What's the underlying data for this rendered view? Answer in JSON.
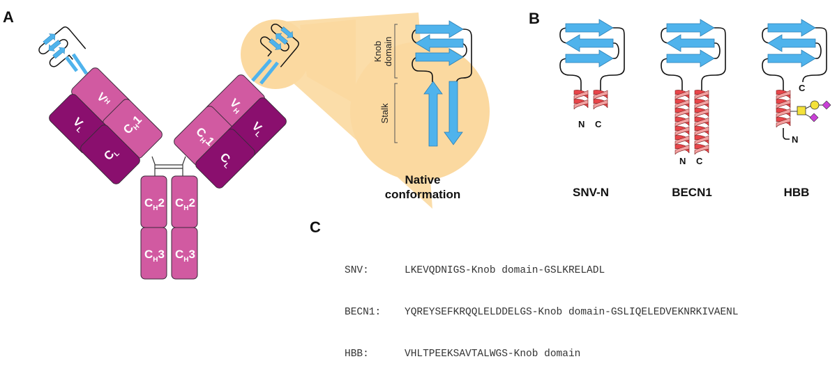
{
  "panels": {
    "A": {
      "label": "A",
      "domains": {
        "vh": {
          "main": "V",
          "sub": "H"
        },
        "vl": {
          "main": "V",
          "sub": "L"
        },
        "ch1": {
          "main": "C",
          "sub": "H",
          "suffix": "1"
        },
        "cl": {
          "main": "C",
          "sub": "L"
        },
        "ch2": {
          "main": "C",
          "sub": "H",
          "suffix": "2"
        },
        "ch3": {
          "main": "C",
          "sub": "H",
          "suffix": "3"
        }
      },
      "inset": {
        "knob_label_line1": "Knob",
        "knob_label_line2": "domain",
        "stalk_label": "Stalk",
        "caption_line1": "Native",
        "caption_line2": "conformation"
      }
    },
    "B": {
      "label": "B",
      "proteins": [
        {
          "name": "SNV-N",
          "n_label": "N",
          "c_label": "C"
        },
        {
          "name": "BECN1",
          "n_label": "N",
          "c_label": "C"
        },
        {
          "name": "HBB",
          "n_label": "N",
          "c_label": "C"
        }
      ]
    },
    "C": {
      "label": "C",
      "sequences": [
        {
          "name": "SNV:",
          "sequence": "LKEVQDNIGS-Knob domain-GSLKRELADL"
        },
        {
          "name": "BECN1:",
          "sequence": "YQREYSEFKRQQLELDDELGS-Knob domain-GSLIQELEDVEKNRKIVAENL"
        },
        {
          "name": "HBB:",
          "sequence": "VHLTPEEKSAVTALWGS-Knob domain"
        }
      ]
    }
  },
  "colors": {
    "heavy_chain": "#d15aa1",
    "light_chain": "#8a0f6e",
    "beta_strand": "#4fb3ec",
    "helix_dark": "#e8454a",
    "helix_light": "#f2a0a0",
    "inset_bg": "#fbd9a0",
    "glycan_square": "#f4e23a",
    "glycan_circle": "#f4e23a",
    "glycan_diamond": "#c940d6"
  }
}
